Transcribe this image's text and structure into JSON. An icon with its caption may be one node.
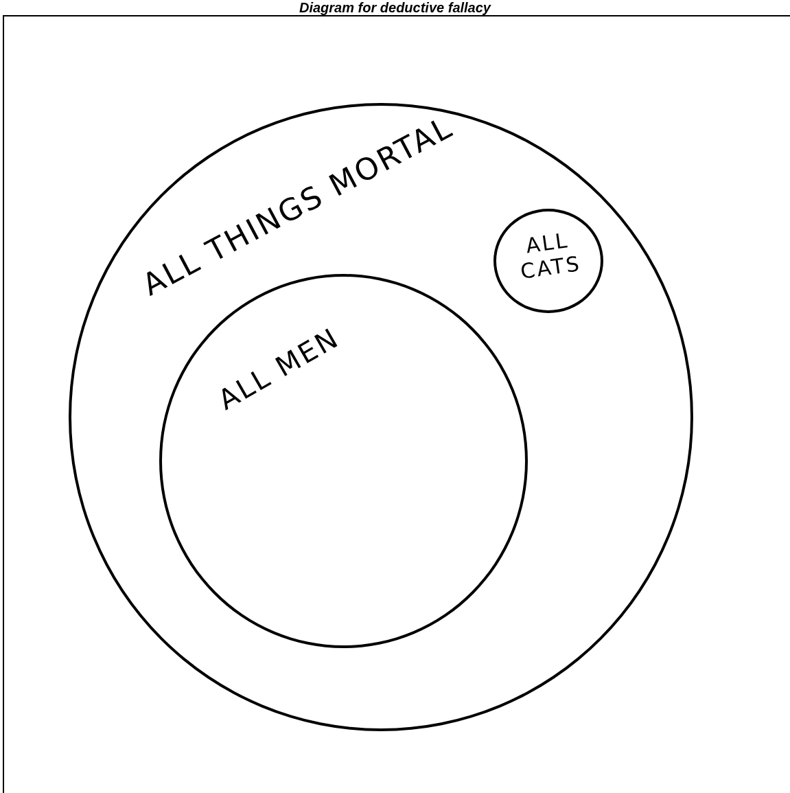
{
  "diagram": {
    "title": "Diagram for deductive fallacy",
    "nodes": [
      {
        "text": [
          "ALL THINGS MORTAL"
        ]
      },
      {
        "text": [
          "ALL MEN"
        ],
        "in": 0
      },
      {
        "text": [
          "ALL CATS"
        ],
        "in": 0
      }
    ]
  }
}
